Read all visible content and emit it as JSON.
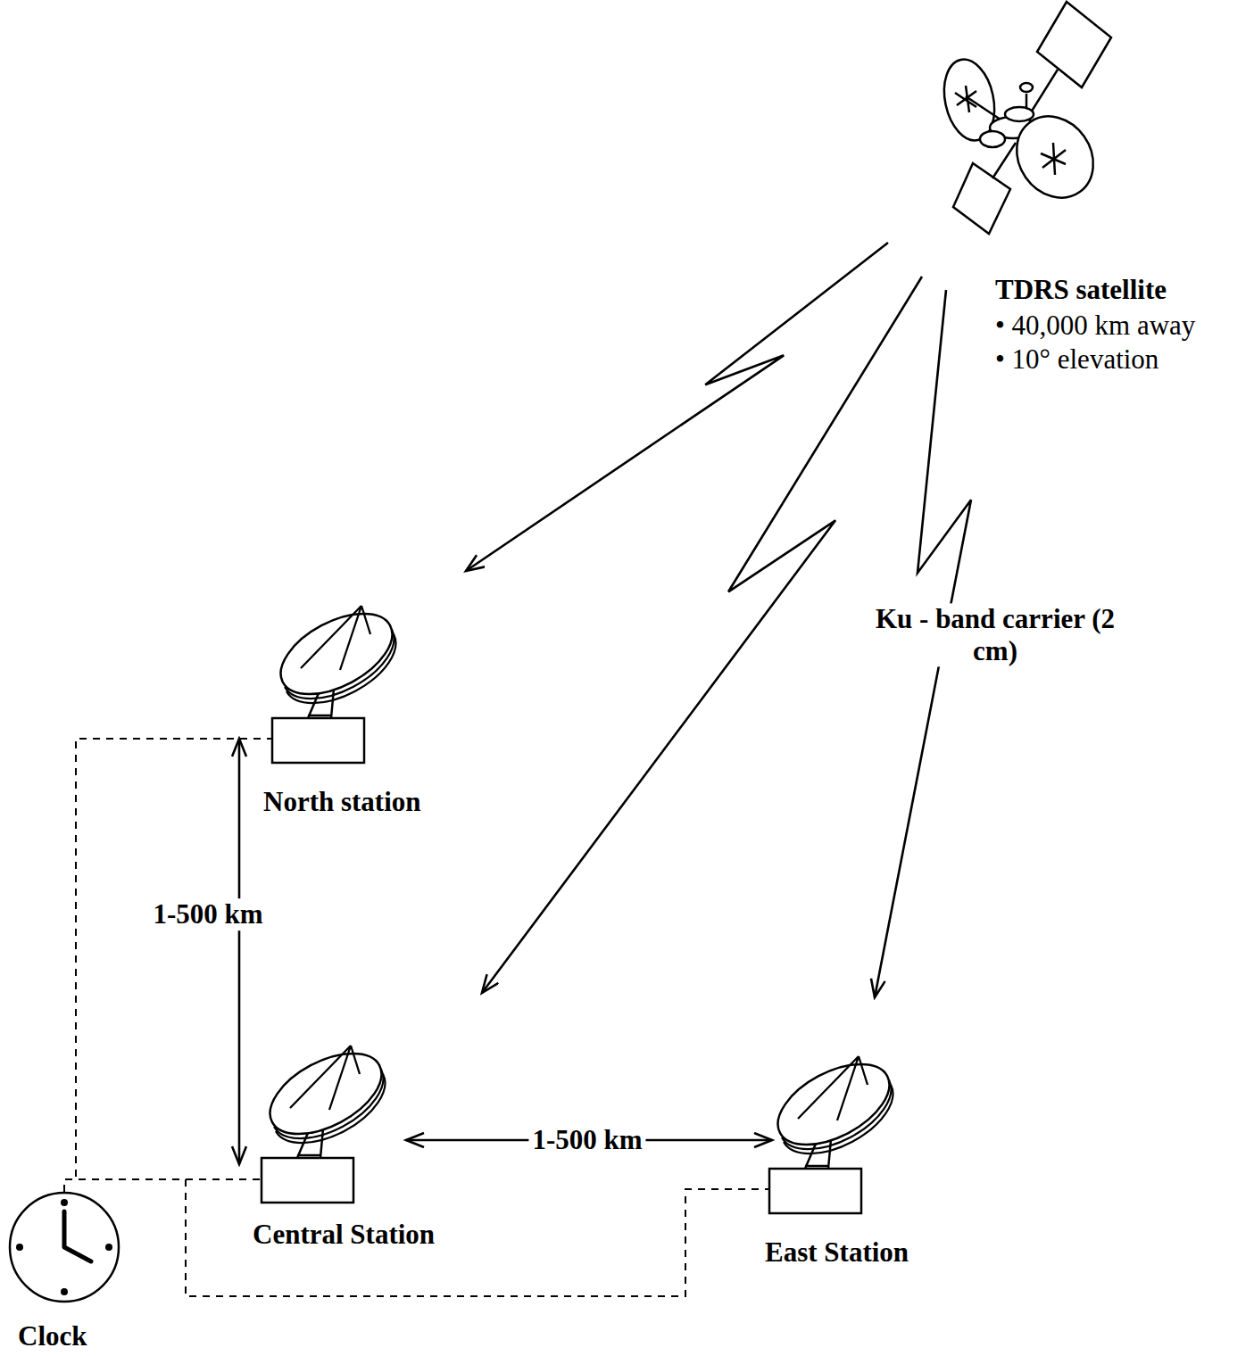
{
  "diagram": {
    "nodes": [
      {
        "text": [
          "TDRS satellite",
          "• 40,000 km away",
          "• 10° elevation"
        ]
      },
      {
        "text": [
          "North station"
        ]
      },
      {
        "text": [
          "Central Station"
        ]
      },
      {
        "text": [
          "East Station"
        ]
      },
      {
        "text": [
          "Clock"
        ]
      }
    ],
    "edges": [
      {
        "from": 0,
        "to": 1,
        "arrow": "to"
      },
      {
        "from": 0,
        "to": 2,
        "arrow": "to"
      },
      {
        "from": 0,
        "to": 3,
        "arrow": "to",
        "label": "Ku - band carrier (2 cm)"
      },
      {
        "from": 1,
        "to": 2,
        "arrow": "both",
        "label": "1-500 km"
      },
      {
        "from": 2,
        "to": 3,
        "arrow": "both",
        "label": "1-500 km"
      },
      {
        "from": 4,
        "to": 1,
        "arrow": "none"
      },
      {
        "from": 4,
        "to": 2,
        "arrow": "none"
      },
      {
        "from": 4,
        "to": 3,
        "arrow": "none"
      }
    ]
  }
}
